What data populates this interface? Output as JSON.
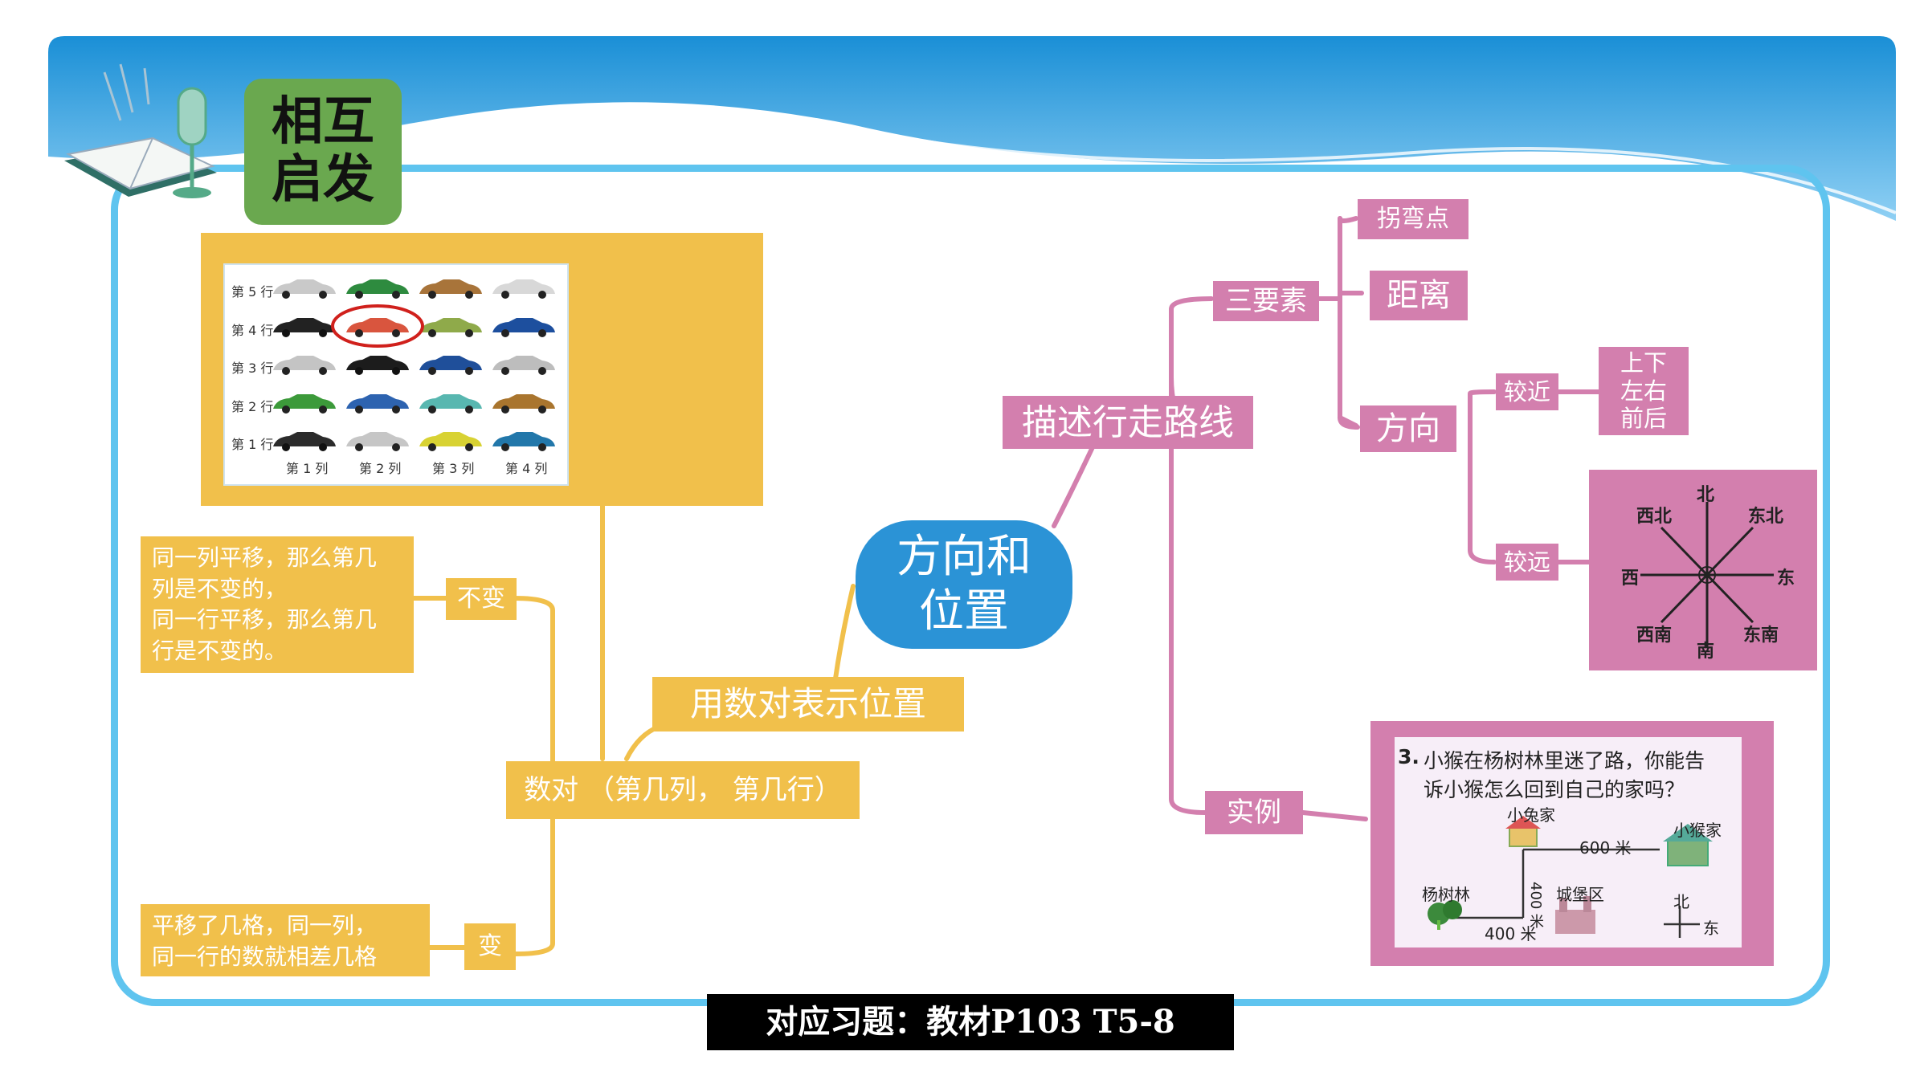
{
  "header": {
    "section_label": "相互\n启发"
  },
  "root": "方向和\n位置",
  "right_branch": {
    "title": "描述行走路线",
    "three_elements": {
      "label": "三要素",
      "turning_point": "拐弯点",
      "distance": "距离",
      "direction": {
        "label": "方向",
        "near": {
          "label": "较近",
          "detail": "上下\n左右\n前后"
        },
        "far": {
          "label": "较远",
          "compass": {
            "n": "北",
            "s": "南",
            "e": "东",
            "w": "西",
            "ne": "东北",
            "nw": "西北",
            "se": "东南",
            "sw": "西南"
          }
        }
      }
    },
    "example": {
      "label": "实例",
      "problem": {
        "number": "3.",
        "line1": "小猴在杨树林里迷了路，你能告",
        "line2": "诉小猴怎么回到自己的家吗？",
        "rabbit_home": "小兔家",
        "monkey_home": "小猴家",
        "forest": "杨树林",
        "castle": "城堡区",
        "dist_600": "600 米",
        "dist_400_h": "400 米",
        "dist_400_v": "400 米",
        "north": "北",
        "east": "东"
      }
    }
  },
  "left_branch": {
    "title": "用数对表示位置",
    "pair": "数对 （第几列， 第几行）",
    "unchanged": {
      "label": "不变",
      "text": "同一列平移，那么第几\n列是不变的，\n同一行平移，那么第几\n行是不变的。"
    },
    "changed": {
      "label": "变",
      "text": "平移了几格，同一列，\n同一行的数就相差几格"
    },
    "car_grid": {
      "rows": [
        "第 5 行",
        "第 4 行",
        "第 3 行",
        "第 2 行",
        "第 1 行"
      ],
      "cols": [
        "第 1 列",
        "第 2 列",
        "第 3 列",
        "第 4 列"
      ]
    }
  },
  "footer": "对应习题：教材P103  T5-8",
  "colors": {
    "pink": "#d37fae",
    "yellow": "#f1c04b",
    "blue_root": "#2b93d6",
    "frame": "#5fc4ef",
    "header_green": "#6aa84f"
  }
}
